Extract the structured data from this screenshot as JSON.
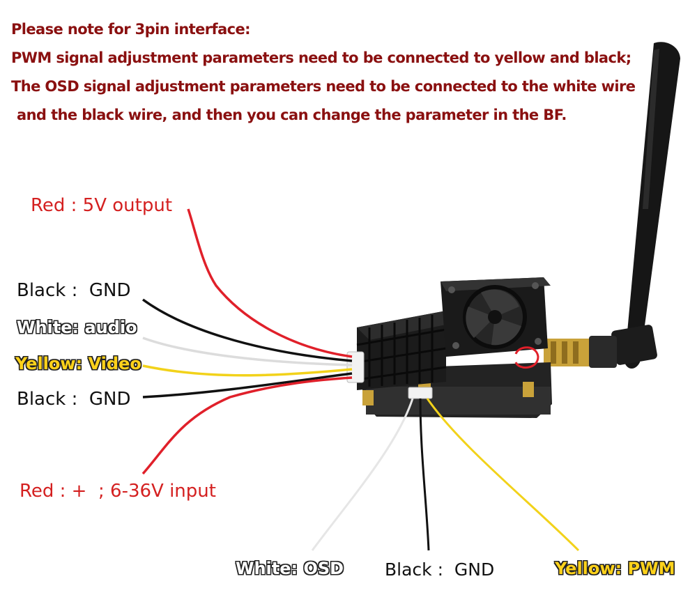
{
  "note": {
    "line1": "Please note for 3pin interface:",
    "line2": "PWM signal adjustment parameters need to be connected to yellow and black;",
    "line3": "The OSD signal adjustment parameters need to be connected to the white wire",
    "line4": "and the black wire, and then you can change the parameter in the BF."
  },
  "left_labels": {
    "red_top": "Red : 5V output",
    "black_top": "Black :  GND",
    "white_audio": "White: audio",
    "yellow_video": "Yellow: Video",
    "black_bottom": "Black :  GND",
    "red_bottom": "Red : +  ; 6-36V input"
  },
  "bottom_labels": {
    "white_osd": "White: OSD",
    "black_gnd": "Black :  GND",
    "yellow_pwm": "Yellow: PWM"
  },
  "colors": {
    "note_text": "#8a1010",
    "red_label": "#d42020",
    "yellow_label": "#ffd21a",
    "wire_red": "#e0202a",
    "wire_black": "#111111",
    "wire_white": "#e8e8e8",
    "wire_yellow": "#f2d21a"
  },
  "icons": {
    "device": "video-transmitter-icon",
    "antenna": "antenna-icon",
    "fan": "cooling-fan-icon"
  }
}
